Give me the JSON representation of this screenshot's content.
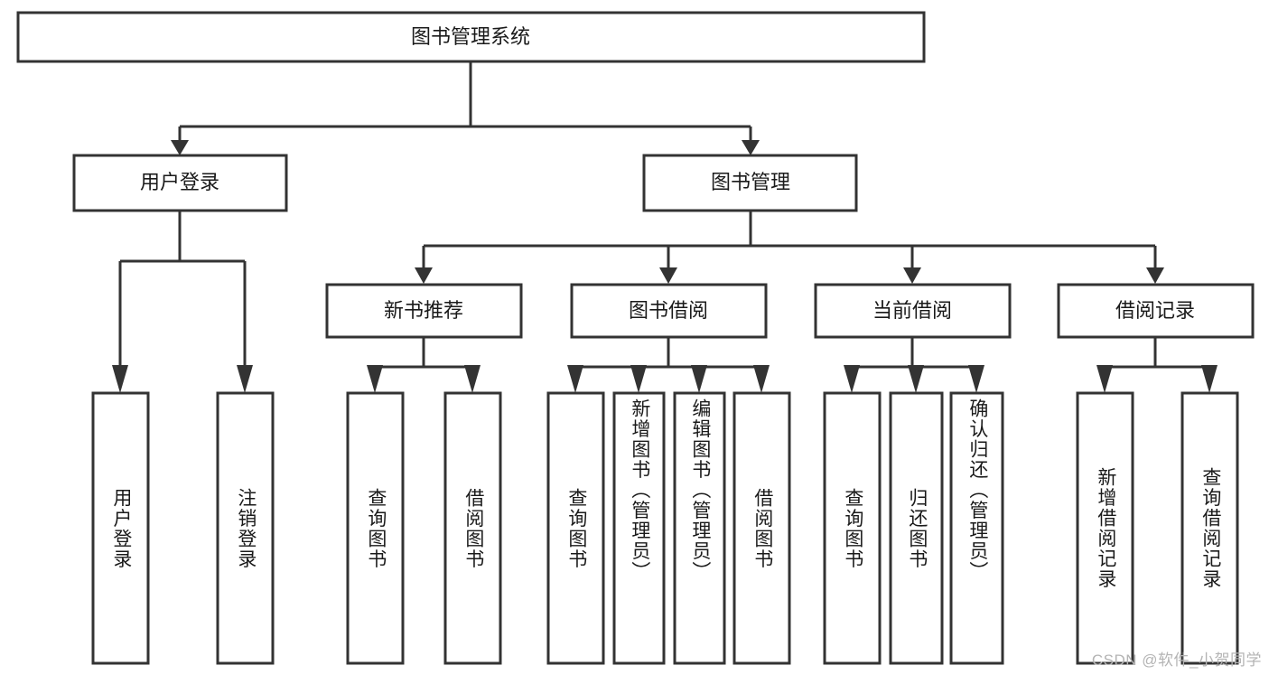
{
  "diagram": {
    "type": "tree-hierarchy",
    "title": "图书管理系统",
    "root": {
      "id": "root",
      "label": "图书管理系统",
      "orientation": "horizontal"
    },
    "level2": [
      {
        "id": "user-login",
        "label": "用户登录",
        "orientation": "horizontal"
      },
      {
        "id": "book-manage",
        "label": "图书管理",
        "orientation": "horizontal"
      }
    ],
    "level3": [
      {
        "id": "new-book-rec",
        "label": "新书推荐",
        "orientation": "horizontal",
        "parent": "book-manage"
      },
      {
        "id": "book-borrow",
        "label": "图书借阅",
        "orientation": "horizontal",
        "parent": "book-manage"
      },
      {
        "id": "current-borrow",
        "label": "当前借阅",
        "orientation": "horizontal",
        "parent": "book-manage"
      },
      {
        "id": "borrow-record",
        "label": "借阅记录",
        "orientation": "horizontal",
        "parent": "book-manage"
      }
    ],
    "leaves": {
      "user-login": [
        {
          "id": "leaf-user-login",
          "label": "用户登录",
          "orientation": "vertical"
        },
        {
          "id": "leaf-logout",
          "label": "注销登录",
          "orientation": "vertical"
        }
      ],
      "new-book-rec": [
        {
          "id": "leaf-query-book-1",
          "label": "查询图书",
          "orientation": "vertical"
        },
        {
          "id": "leaf-borrow-book-1",
          "label": "借阅图书",
          "orientation": "vertical"
        }
      ],
      "book-borrow": [
        {
          "id": "leaf-query-book-2",
          "label": "查询图书",
          "orientation": "vertical"
        },
        {
          "id": "leaf-add-book",
          "label": "新增图书（管理员）",
          "orientation": "vertical"
        },
        {
          "id": "leaf-edit-book",
          "label": "编辑图书（管理员）",
          "orientation": "vertical"
        },
        {
          "id": "leaf-borrow-book-2",
          "label": "借阅图书",
          "orientation": "vertical"
        }
      ],
      "current-borrow": [
        {
          "id": "leaf-query-book-3",
          "label": "查询图书",
          "orientation": "vertical"
        },
        {
          "id": "leaf-return-book",
          "label": "归还图书",
          "orientation": "vertical"
        },
        {
          "id": "leaf-confirm-return",
          "label": "确认归还（管理员）",
          "orientation": "vertical"
        }
      ],
      "borrow-record": [
        {
          "id": "leaf-add-record",
          "label": "新增借阅记录",
          "orientation": "vertical"
        },
        {
          "id": "leaf-query-record",
          "label": "查询借阅记录",
          "orientation": "vertical"
        }
      ]
    },
    "colors": {
      "background": "#ffffff",
      "node_fill": "#ffffff",
      "node_stroke": "#333333",
      "text": "#1a1a1a",
      "watermark": "#b4b4b4"
    }
  },
  "watermark": {
    "text": "CSDN @软件_小贺同学"
  }
}
